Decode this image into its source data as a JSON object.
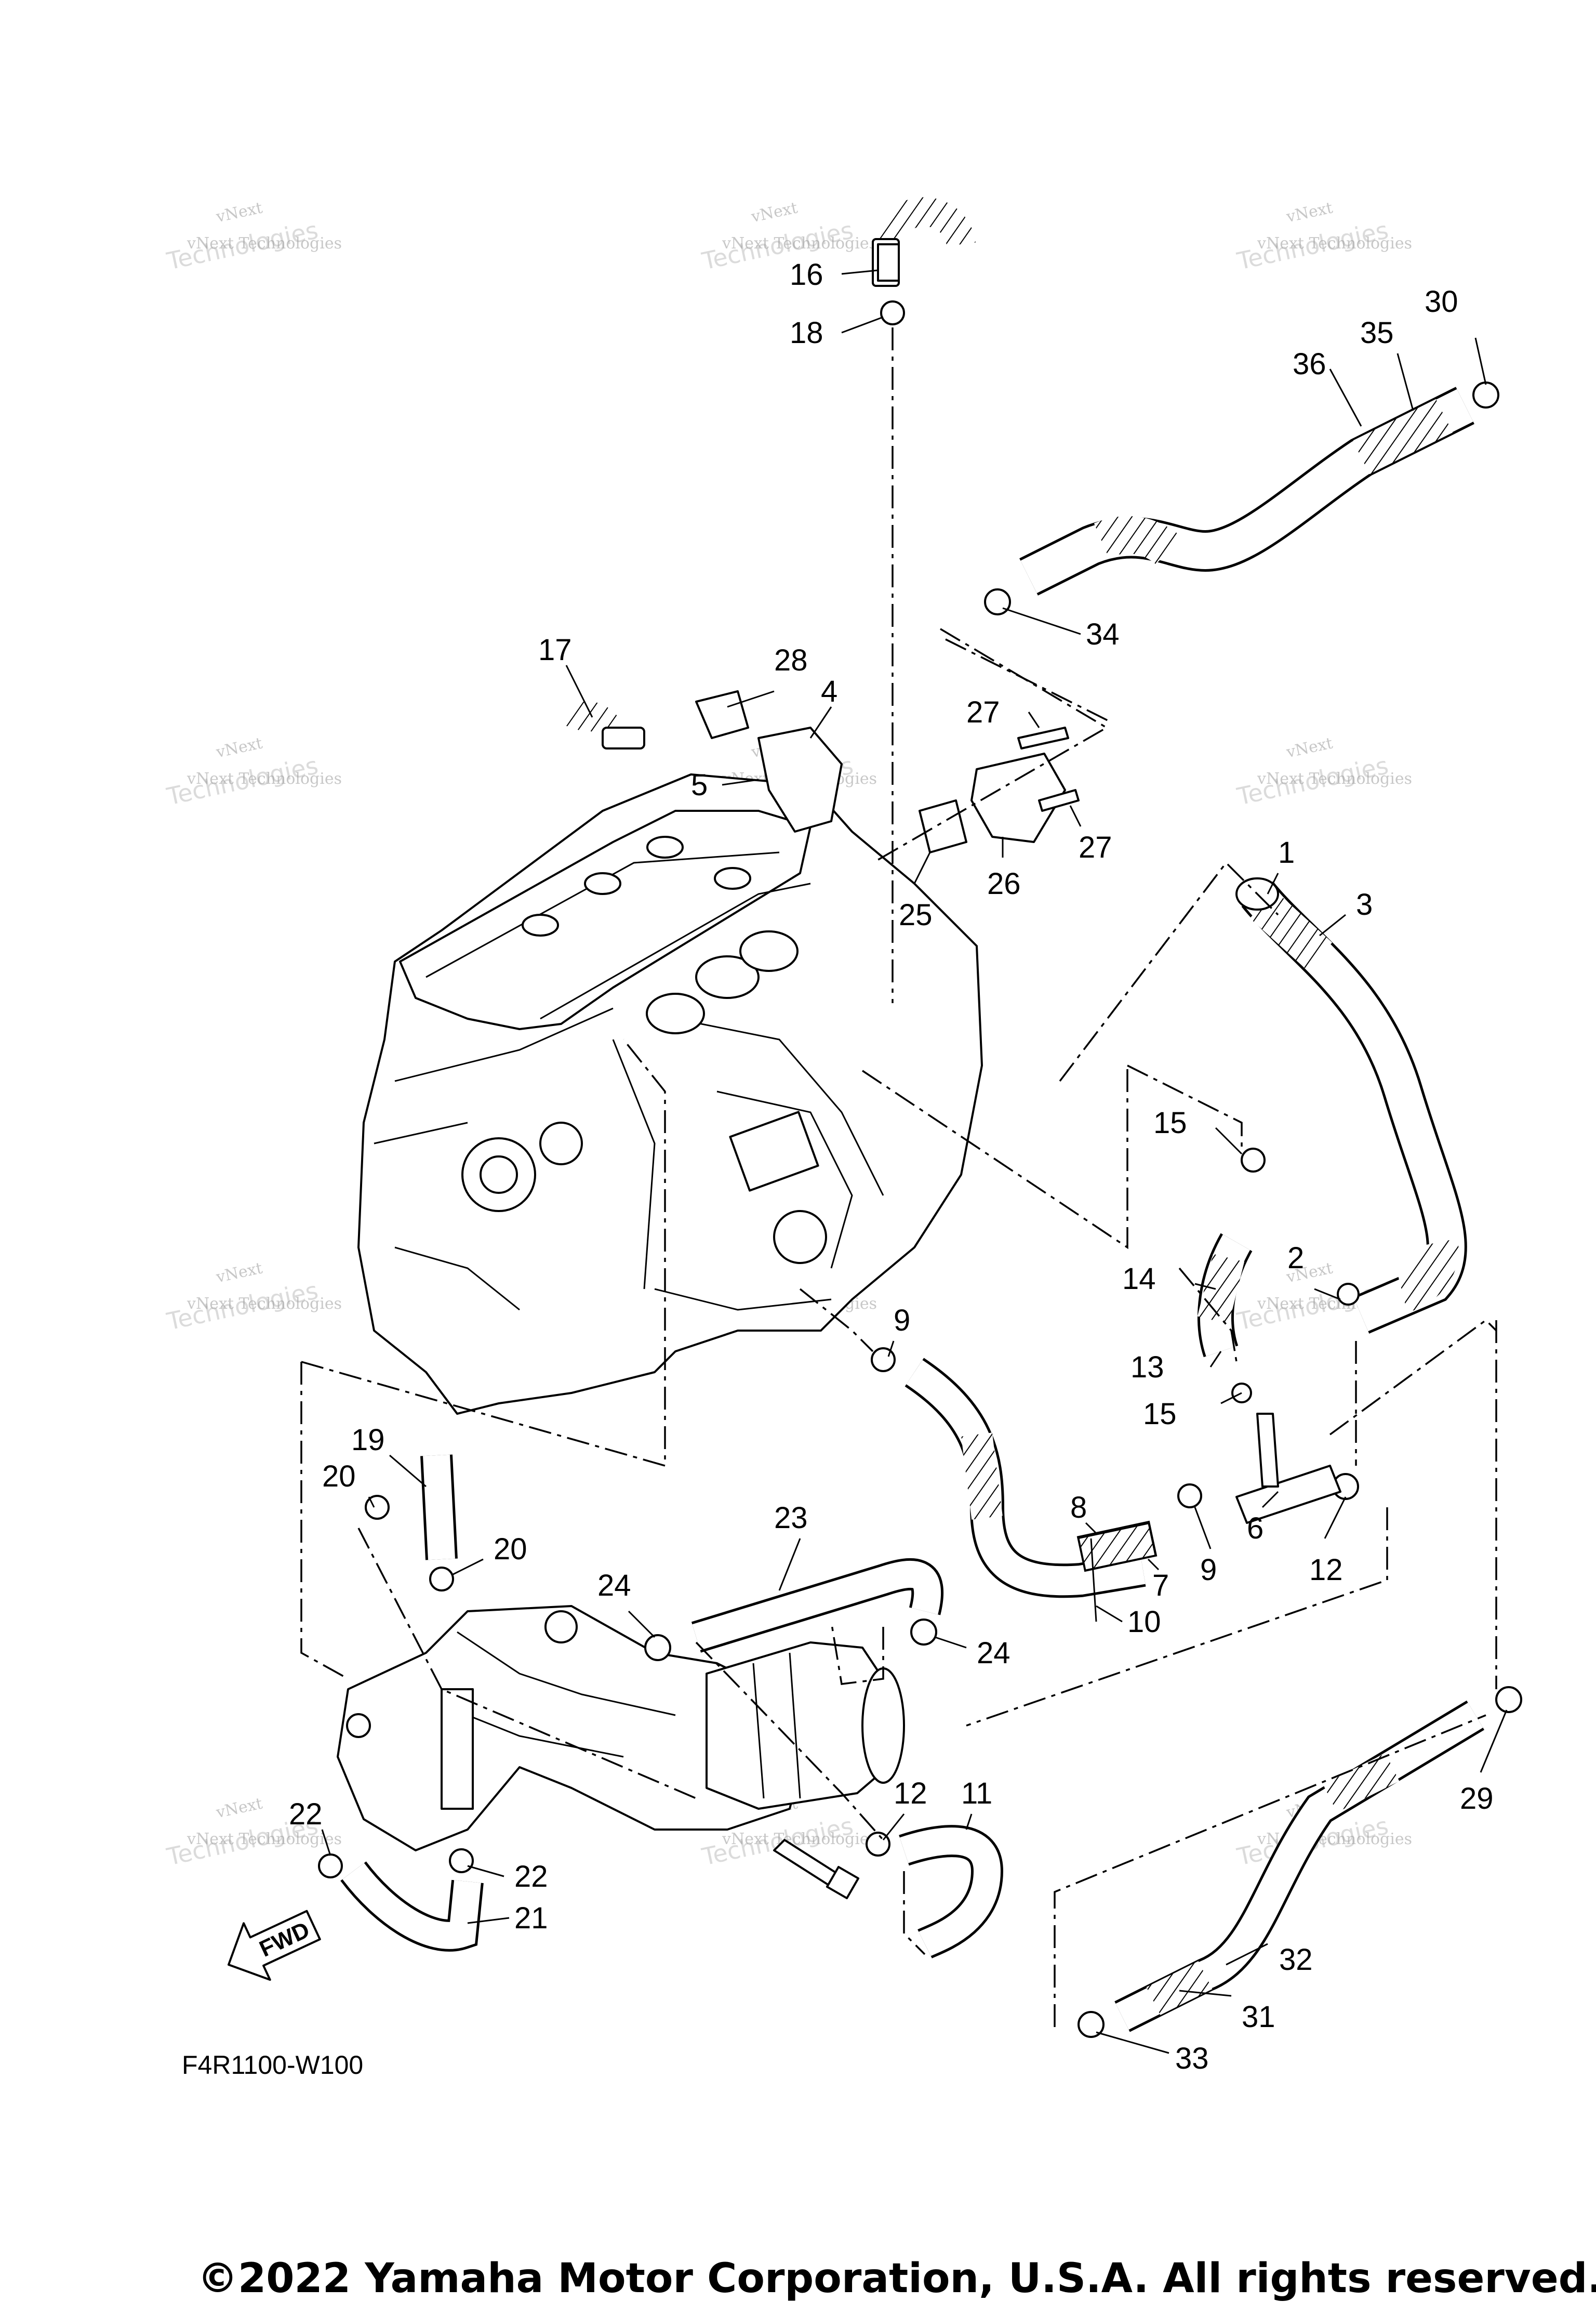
{
  "diagram": {
    "callouts": [
      {
        "id": "1",
        "text": "1"
      },
      {
        "id": "2",
        "text": "2"
      },
      {
        "id": "3",
        "text": "3"
      },
      {
        "id": "4",
        "text": "4"
      },
      {
        "id": "5",
        "text": "5"
      },
      {
        "id": "6",
        "text": "6"
      },
      {
        "id": "7",
        "text": "7"
      },
      {
        "id": "8",
        "text": "8"
      },
      {
        "id": "9a",
        "text": "9"
      },
      {
        "id": "9b",
        "text": "9"
      },
      {
        "id": "10",
        "text": "10"
      },
      {
        "id": "11",
        "text": "11"
      },
      {
        "id": "12a",
        "text": "12"
      },
      {
        "id": "12b",
        "text": "12"
      },
      {
        "id": "13",
        "text": "13"
      },
      {
        "id": "14",
        "text": "14"
      },
      {
        "id": "15a",
        "text": "15"
      },
      {
        "id": "15b",
        "text": "15"
      },
      {
        "id": "16",
        "text": "16"
      },
      {
        "id": "17",
        "text": "17"
      },
      {
        "id": "18",
        "text": "18"
      },
      {
        "id": "19",
        "text": "19"
      },
      {
        "id": "20a",
        "text": "20"
      },
      {
        "id": "20b",
        "text": "20"
      },
      {
        "id": "21",
        "text": "21"
      },
      {
        "id": "22a",
        "text": "22"
      },
      {
        "id": "22b",
        "text": "22"
      },
      {
        "id": "23",
        "text": "23"
      },
      {
        "id": "24a",
        "text": "24"
      },
      {
        "id": "24b",
        "text": "24"
      },
      {
        "id": "25",
        "text": "25"
      },
      {
        "id": "26",
        "text": "26"
      },
      {
        "id": "27a",
        "text": "27"
      },
      {
        "id": "27b",
        "text": "27"
      },
      {
        "id": "28",
        "text": "28"
      },
      {
        "id": "29",
        "text": "29"
      },
      {
        "id": "30",
        "text": "30"
      },
      {
        "id": "31",
        "text": "31"
      },
      {
        "id": "32",
        "text": "32"
      },
      {
        "id": "33",
        "text": "33"
      },
      {
        "id": "34",
        "text": "34"
      },
      {
        "id": "35",
        "text": "35"
      },
      {
        "id": "36",
        "text": "36"
      }
    ],
    "diagram_code": "F4R1100-W100",
    "fwd_label": "FWD",
    "watermark": {
      "line1": "vNext",
      "line2": "Technologies",
      "line3": "vNext Technologies"
    },
    "copyright": "©2022 Yamaha Motor Corporation, U.S.A. All rights reserved."
  }
}
